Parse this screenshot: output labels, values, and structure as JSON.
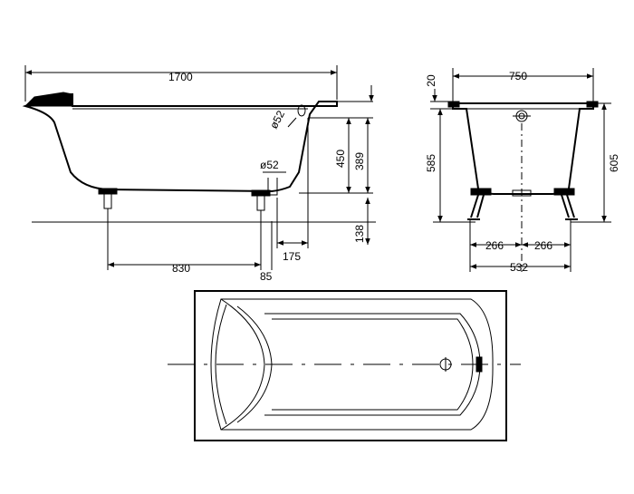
{
  "side_view": {
    "overall_length": "1700",
    "overflow_diameter": "ø52",
    "drain_diameter": "ø52",
    "height_450": "450",
    "height_389": "389",
    "leg_height": "138",
    "drain_offset": "175",
    "leg_spacing": "830",
    "leg_offset": "85"
  },
  "end_view": {
    "rim_thickness": "20",
    "width": "750",
    "height_585": "585",
    "height_605": "605",
    "half_leg_left": "266",
    "half_leg_right": "266",
    "leg_span": "532"
  }
}
